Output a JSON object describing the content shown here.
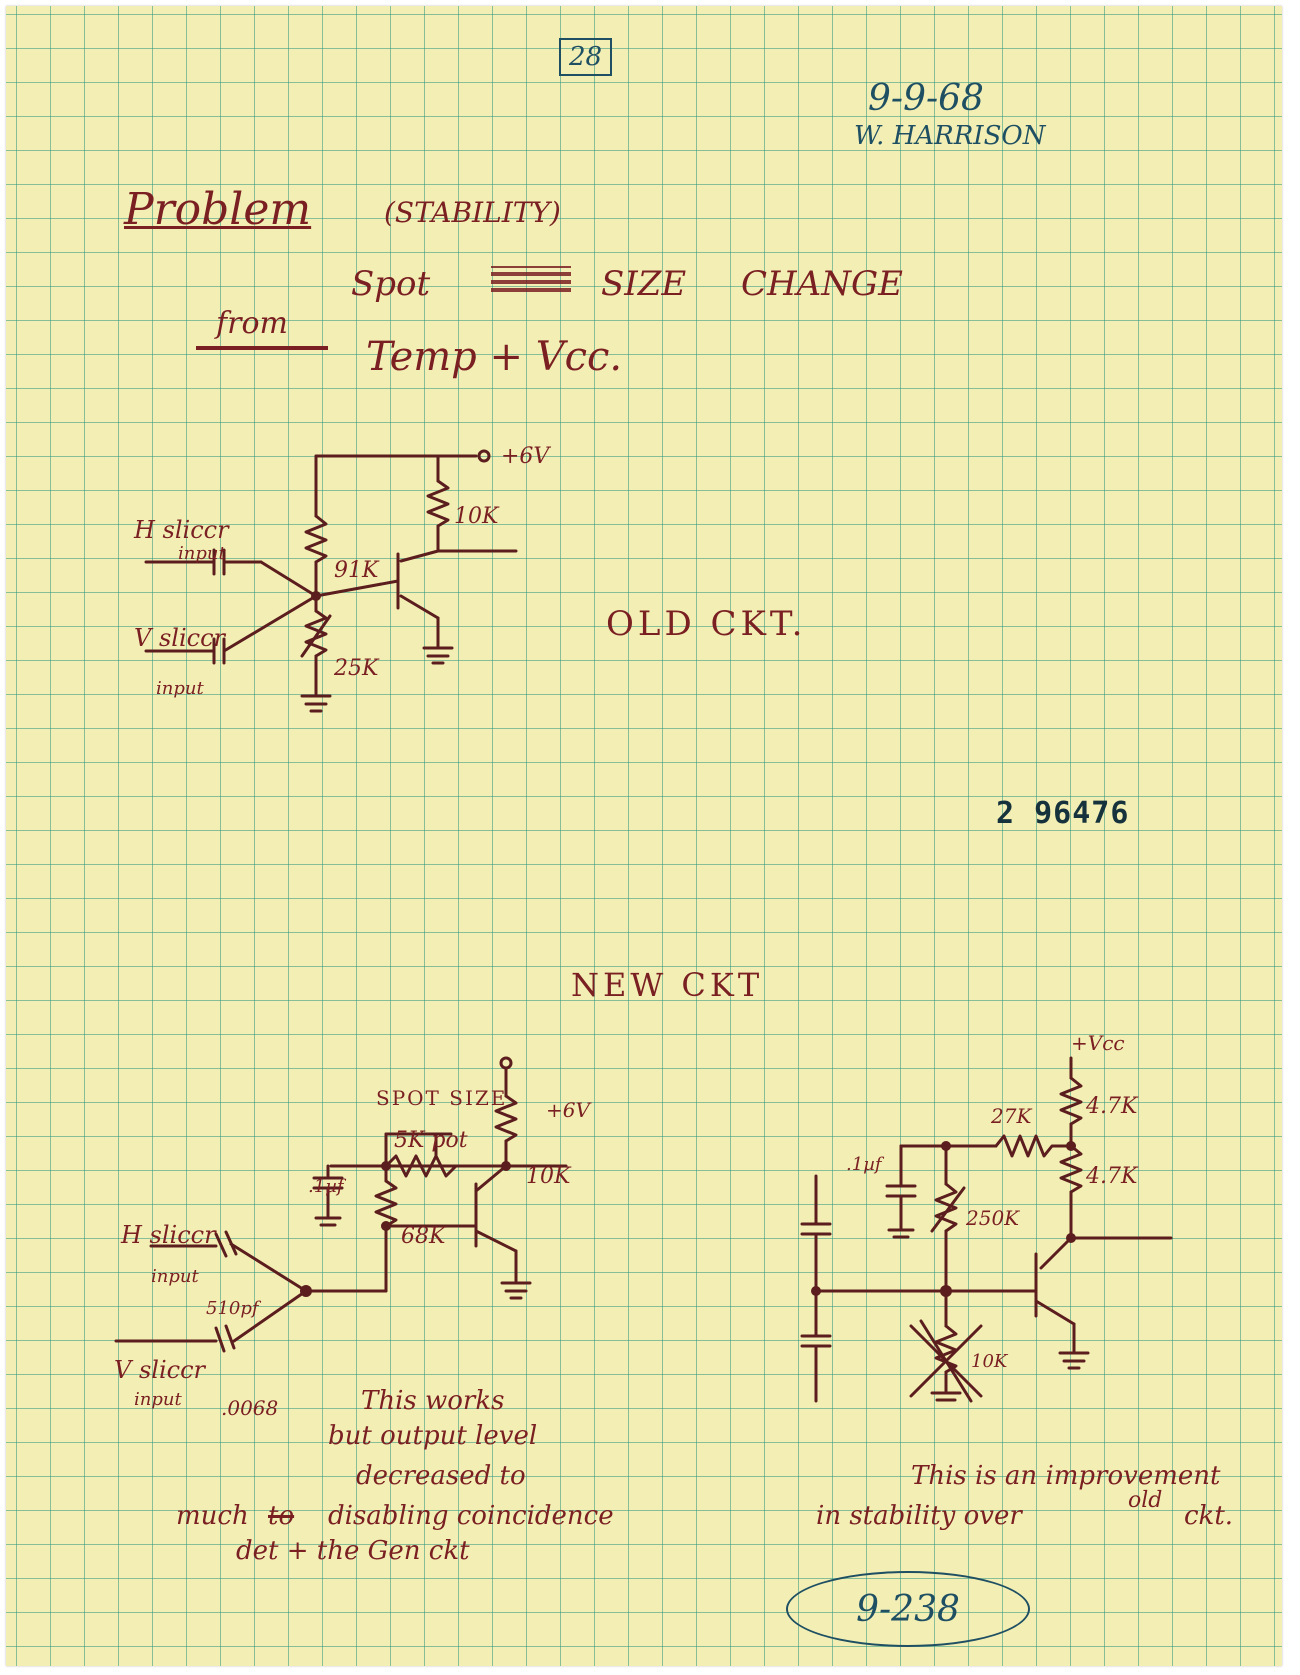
{
  "page_number": "28",
  "date": "9-9-68",
  "author": "W. HARRISON",
  "title_word": "Problem",
  "title_paren": "(STABILITY)",
  "line1_a": "Spot",
  "line1_b": "SIZE",
  "line1_c": "CHANGE",
  "line2_from": "from",
  "line2_rest": "Temp + Vcc.",
  "old_circuit": {
    "caption": "OLD CKT.",
    "supply": "+6V",
    "r_collector": "10K",
    "r_top": "91K",
    "r_bottom": "25K",
    "h_input_1": "H sliccr",
    "h_input_2": "input",
    "v_input_1": "V sliccr",
    "v_input_2": "input"
  },
  "stamp_number": "2 96476",
  "new_circuit_caption": "NEW CKT",
  "new_circuit_left": {
    "spot_size": "SPOT SIZE",
    "supply": "+6V",
    "pot": "5K pot",
    "r_collector": "10K",
    "r_base": "68K",
    "cap_top": ".1µf",
    "h_input_1": "H sliccr",
    "h_input_2": "input",
    "cap_h": "510pf",
    "v_input_1": "V sliccr",
    "v_input_2": "input",
    "cap_v": ".0068"
  },
  "new_circuit_right": {
    "supply": "+Vcc",
    "r_feedback": "27K",
    "r_top": "4.7K",
    "r_mid": "4.7K",
    "cap_top": ".1µf",
    "r_var": "250K",
    "r_crossed": "10K"
  },
  "note_left_1": "This works",
  "note_left_2": "but output level",
  "note_left_3": "decreased to",
  "note_left_4a": "much",
  "note_left_4b": "to",
  "note_left_4c": "disabling coincidence",
  "note_left_5": "det + the Gen ckt",
  "note_right_1": "This is an improvement",
  "note_right_2": "in stability over",
  "note_right_2b": "old",
  "note_right_2c": "ckt.",
  "oval_label": "9-238"
}
